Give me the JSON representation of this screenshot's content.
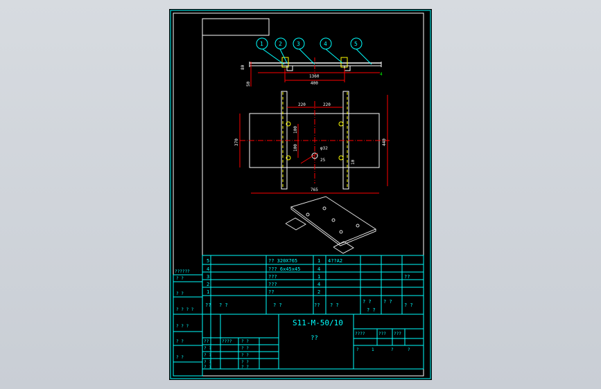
{
  "colors": {
    "frame": "#ffffff",
    "table": "#00ffff",
    "dimension": "#ff0000",
    "part": "#ffffff",
    "centerline": "#ff0000",
    "hidden": "#ffff00",
    "view3d": "#e0e0e0"
  },
  "balloons": [
    "1",
    "2",
    "3",
    "4",
    "5"
  ],
  "front_view": {
    "dims": {
      "height_left": "80",
      "offset": "50",
      "inner": "1360",
      "width": "400"
    }
  },
  "top_view": {
    "dims": {
      "half_left": "220",
      "half_right": "220",
      "height_left": "370",
      "height_right": "440",
      "h100_top": "100",
      "h100_bottom": "100",
      "hole": "φ32",
      "r": "25",
      "side": "10",
      "length": "765"
    }
  },
  "parts_list": {
    "rows": [
      {
        "no": "5",
        "name": "?? 320X765",
        "qty": "1",
        "material": "4??A2",
        "note": ""
      },
      {
        "no": "4",
        "name": "??? 6x45x45",
        "qty": "4",
        "material": "",
        "note": ""
      },
      {
        "no": "3",
        "name": "???",
        "qty": "1",
        "material": "",
        "note": "??"
      },
      {
        "no": "2",
        "name": "???",
        "qty": "4",
        "material": "",
        "note": ""
      },
      {
        "no": "1",
        "name": "??",
        "qty": "2",
        "material": "",
        "note": ""
      }
    ],
    "header": {
      "no": "??",
      "name": "?   ?",
      "qty": "?   ?",
      "code": "??",
      "material": "?   ?",
      "weight": "?  ?",
      "weight2": "?  ?",
      "note": "?  ?",
      "weight_sub": "?   ?"
    }
  },
  "title_block": {
    "drawing_no": "S11-M-50/10",
    "title": "??",
    "scale_label": "????",
    "sheet_label": "???",
    "count_label": "???",
    "page": [
      "?",
      "1",
      "?",
      "?"
    ],
    "left_labels": [
      "??????",
      "?   ?",
      "?   ?",
      "? ? ? ?",
      "? ? ?",
      "?   ?",
      "?   ?"
    ],
    "sig_rows": [
      "?   ?",
      "?   ?",
      "?   ?",
      "?   ?"
    ],
    "sig_head": [
      "??",
      "????",
      "?   ?"
    ],
    "sig_cells": [
      "? ?",
      "? ?",
      "? ?",
      "? ?"
    ]
  }
}
